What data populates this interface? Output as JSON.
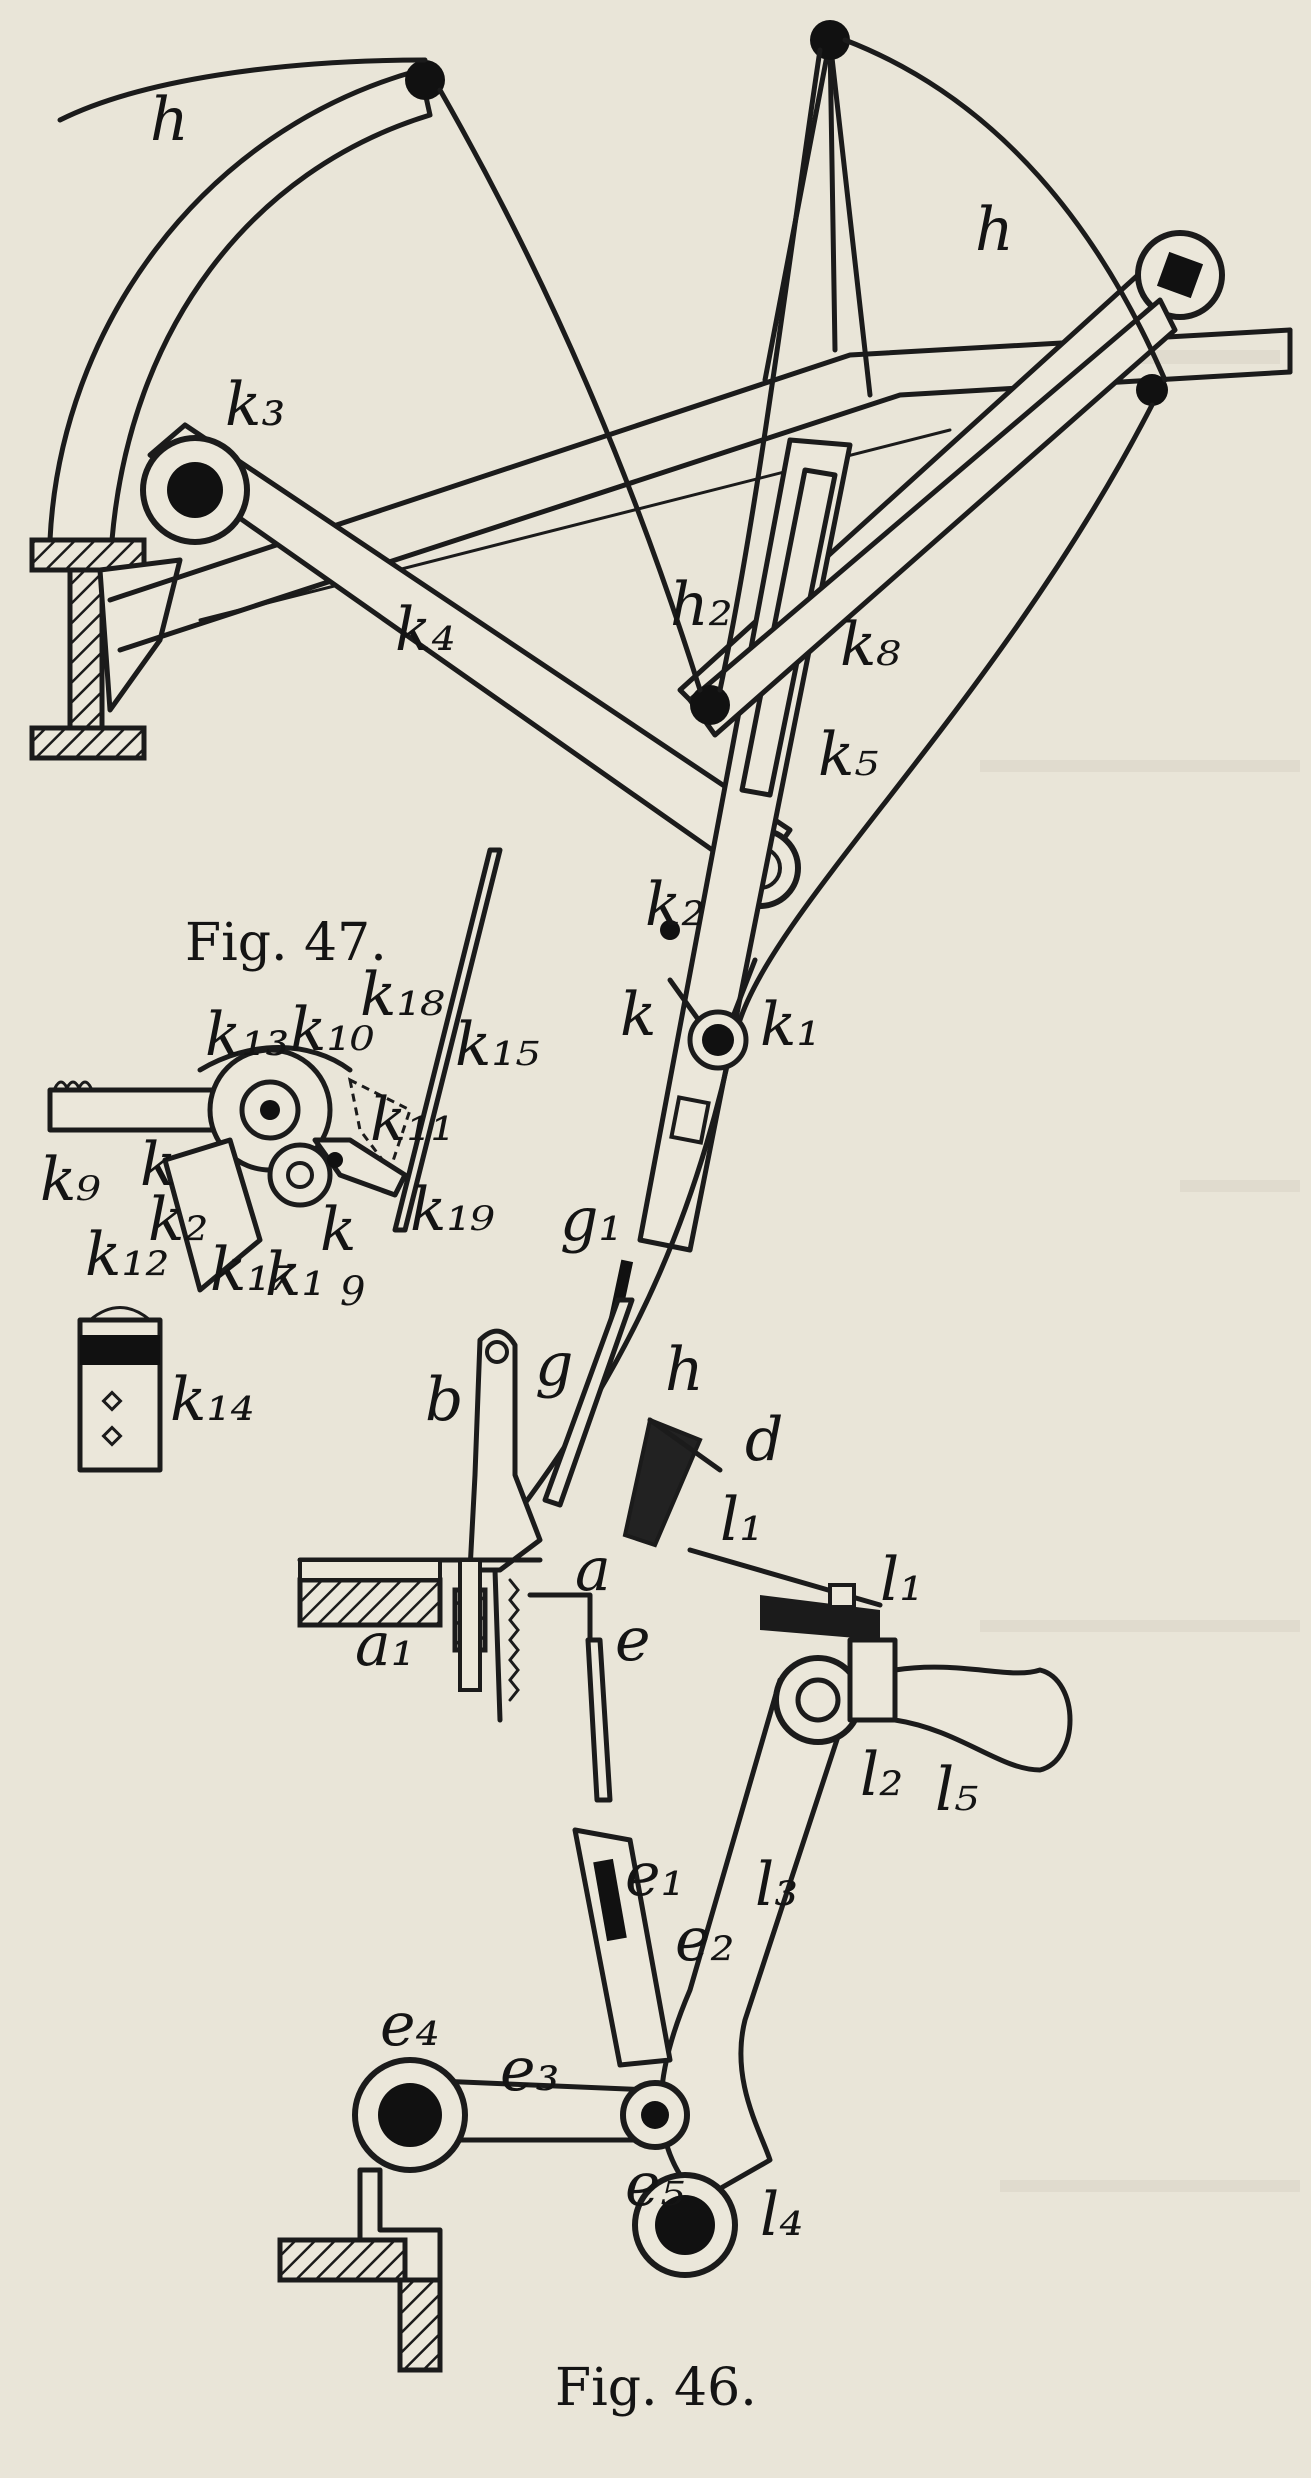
{
  "figures": [
    {
      "id": "fig46",
      "caption": "Fig. 46."
    },
    {
      "id": "fig47",
      "caption": "Fig. 47."
    }
  ],
  "labels": [
    {
      "id": "h-top-left",
      "text": "h"
    },
    {
      "id": "h-top-right",
      "text": "h"
    },
    {
      "id": "k3",
      "text": "k₃"
    },
    {
      "id": "k4",
      "text": "k₄"
    },
    {
      "id": "h2",
      "text": "h₂"
    },
    {
      "id": "k8",
      "text": "k₈"
    },
    {
      "id": "k5",
      "text": "k₅"
    },
    {
      "id": "k2-mid",
      "text": "k₂"
    },
    {
      "id": "k-mid",
      "text": "k"
    },
    {
      "id": "k1-mid",
      "text": "k₁"
    },
    {
      "id": "g1",
      "text": "g₁"
    },
    {
      "id": "g",
      "text": "g"
    },
    {
      "id": "h-mid",
      "text": "h"
    },
    {
      "id": "b",
      "text": "b"
    },
    {
      "id": "d",
      "text": "d"
    },
    {
      "id": "a",
      "text": "a"
    },
    {
      "id": "a1",
      "text": "a₁"
    },
    {
      "id": "l1-top",
      "text": "l₁"
    },
    {
      "id": "l1",
      "text": "l₁"
    },
    {
      "id": "e",
      "text": "e"
    },
    {
      "id": "l2",
      "text": "l₂"
    },
    {
      "id": "l5",
      "text": "l₅"
    },
    {
      "id": "l3",
      "text": "l₃"
    },
    {
      "id": "e1",
      "text": "e₁"
    },
    {
      "id": "e2",
      "text": "e₂"
    },
    {
      "id": "e4",
      "text": "e₄"
    },
    {
      "id": "e3",
      "text": "e₃"
    },
    {
      "id": "e5",
      "text": "e₅"
    },
    {
      "id": "l4",
      "text": "l₄"
    },
    {
      "id": "k13",
      "text": "k₁₃"
    },
    {
      "id": "k10",
      "text": "k₁₀"
    },
    {
      "id": "k18",
      "text": "k₁₈"
    },
    {
      "id": "k15",
      "text": "k₁₅"
    },
    {
      "id": "k9",
      "text": "k₉"
    },
    {
      "id": "k-47",
      "text": "k"
    },
    {
      "id": "k2-47",
      "text": "k₂"
    },
    {
      "id": "k11",
      "text": "k₁₁"
    },
    {
      "id": "k19",
      "text": "k₁₉"
    },
    {
      "id": "k12",
      "text": "k₁₂"
    },
    {
      "id": "k17",
      "text": "k₁₇"
    },
    {
      "id": "k1-47",
      "text": "k₁"
    },
    {
      "id": "k-low",
      "text": "k"
    },
    {
      "id": "k9-small",
      "text": "9"
    },
    {
      "id": "k14",
      "text": "k₁₄"
    }
  ]
}
